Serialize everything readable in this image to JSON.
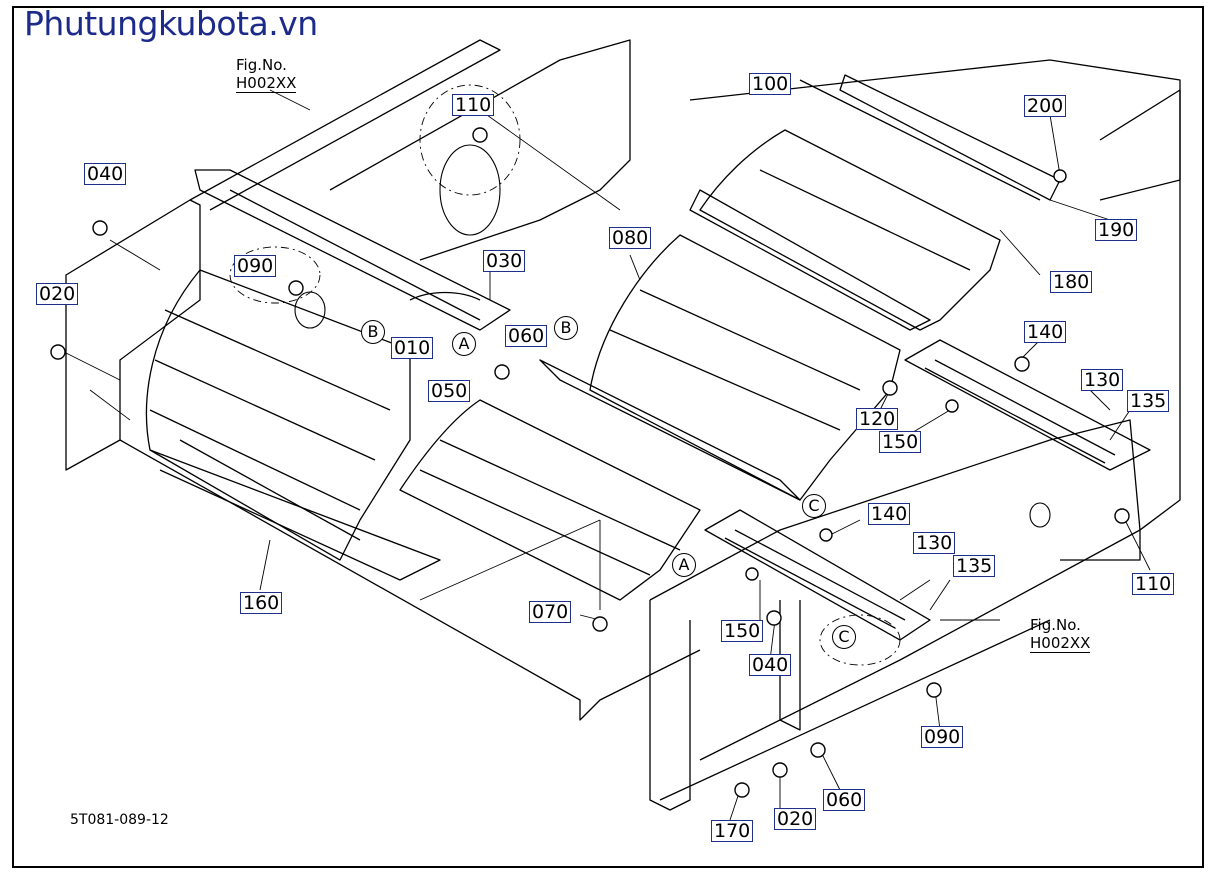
{
  "watermark": "Phutungkubota.vn",
  "drawing_number": "5T081-089-12",
  "fig_refs": [
    {
      "line1": "Fig.No.",
      "line2": "H002XX"
    },
    {
      "line1": "Fig.No.",
      "line2": "H002XX"
    }
  ],
  "part_labels": [
    "110",
    "040",
    "090",
    "020",
    "030",
    "010",
    "060",
    "050",
    "080",
    "100",
    "200",
    "190",
    "180",
    "140",
    "130",
    "135",
    "120",
    "150",
    "140",
    "130",
    "135",
    "110",
    "160",
    "070",
    "150",
    "040",
    "090",
    "060",
    "020",
    "170"
  ],
  "reference_marks": [
    "B",
    "A",
    "B",
    "C",
    "A",
    "C"
  ]
}
